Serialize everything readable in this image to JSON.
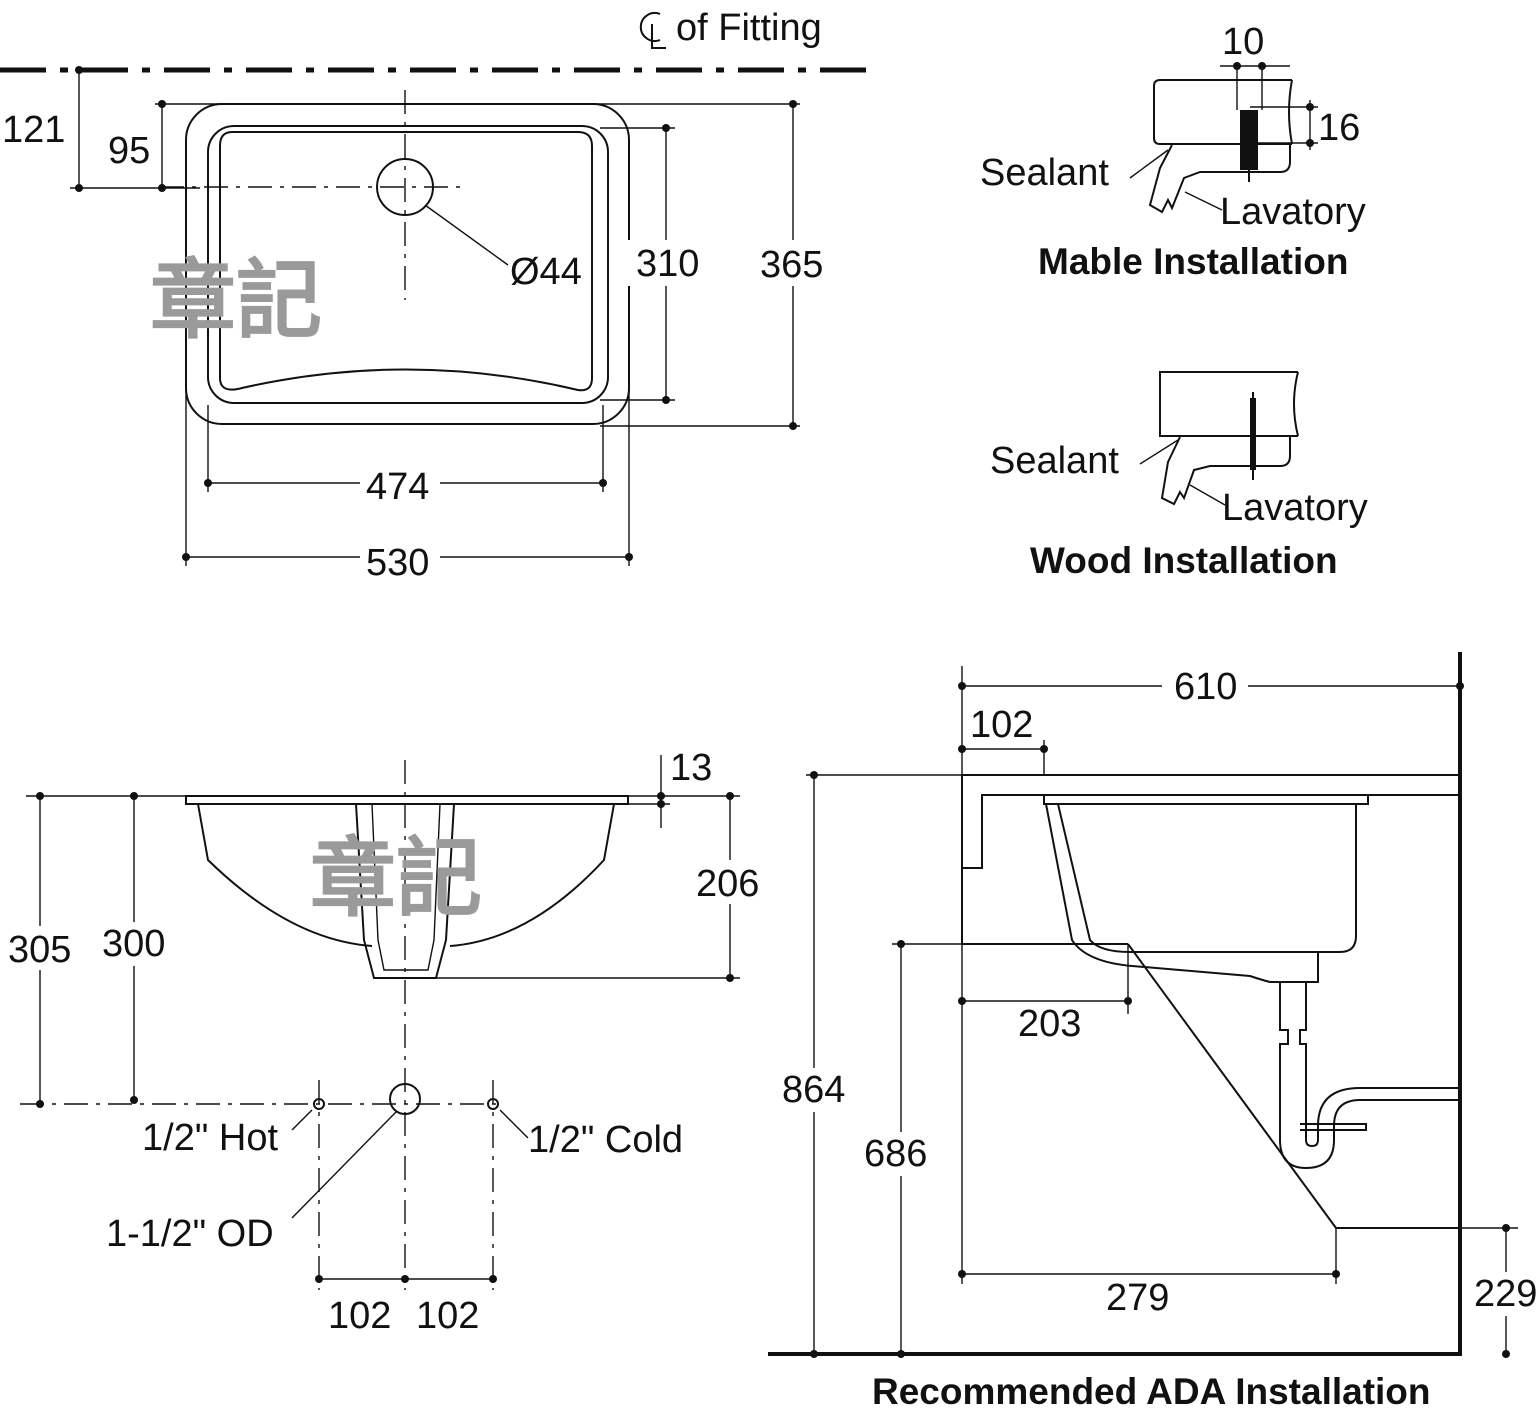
{
  "watermark": "章記",
  "plan": {
    "centerline_label": "of Fitting",
    "dim_121": "121",
    "dim_95": "95",
    "drain_dia": "Ø44",
    "dim_310": "310",
    "dim_365": "365",
    "dim_474": "474",
    "dim_530": "530"
  },
  "mable": {
    "title": "Mable Installation",
    "dim_10": "10",
    "dim_16": "16",
    "sealant": "Sealant",
    "lavatory": "Lavatory"
  },
  "wood": {
    "title": "Wood Installation",
    "sealant": "Sealant",
    "lavatory": "Lavatory"
  },
  "section": {
    "dim_13": "13",
    "dim_206": "206",
    "dim_305": "305",
    "dim_300": "300",
    "hot": "1/2\" Hot",
    "cold": "1/2\" Cold",
    "od": "1-1/2\" OD",
    "dim_102a": "102",
    "dim_102b": "102"
  },
  "ada": {
    "title": "Recommended ADA Installation",
    "dim_610": "610",
    "dim_102": "102",
    "dim_864": "864",
    "dim_686": "686",
    "dim_203": "203",
    "dim_279": "279",
    "dim_229": "229"
  }
}
